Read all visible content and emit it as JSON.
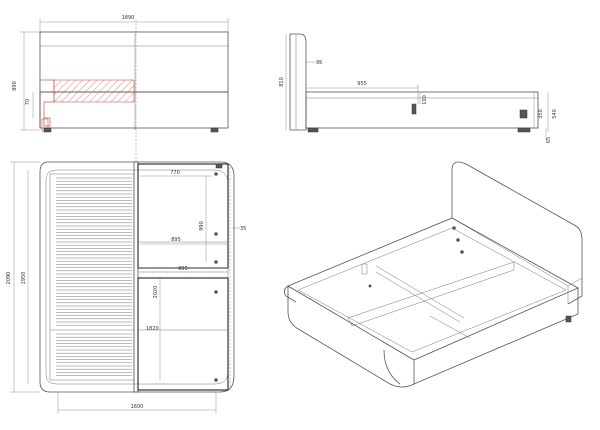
{
  "dimensions": {
    "front": {
      "width": "1890",
      "height": "890",
      "rail": "70"
    },
    "side": {
      "headboard_thickness": "35",
      "depth": "955",
      "height": "810",
      "slot": "100",
      "inner": "350",
      "total": "540",
      "foot": "65"
    },
    "plan": {
      "length_outer": "2090",
      "length_inner": "1950",
      "width_inner": "1600",
      "top_width": "770",
      "mid_width_1": "895",
      "mid_width_2": "895",
      "section_height": "990",
      "section_height_2": "2020",
      "lower_width": "1820",
      "edge": "35"
    }
  }
}
